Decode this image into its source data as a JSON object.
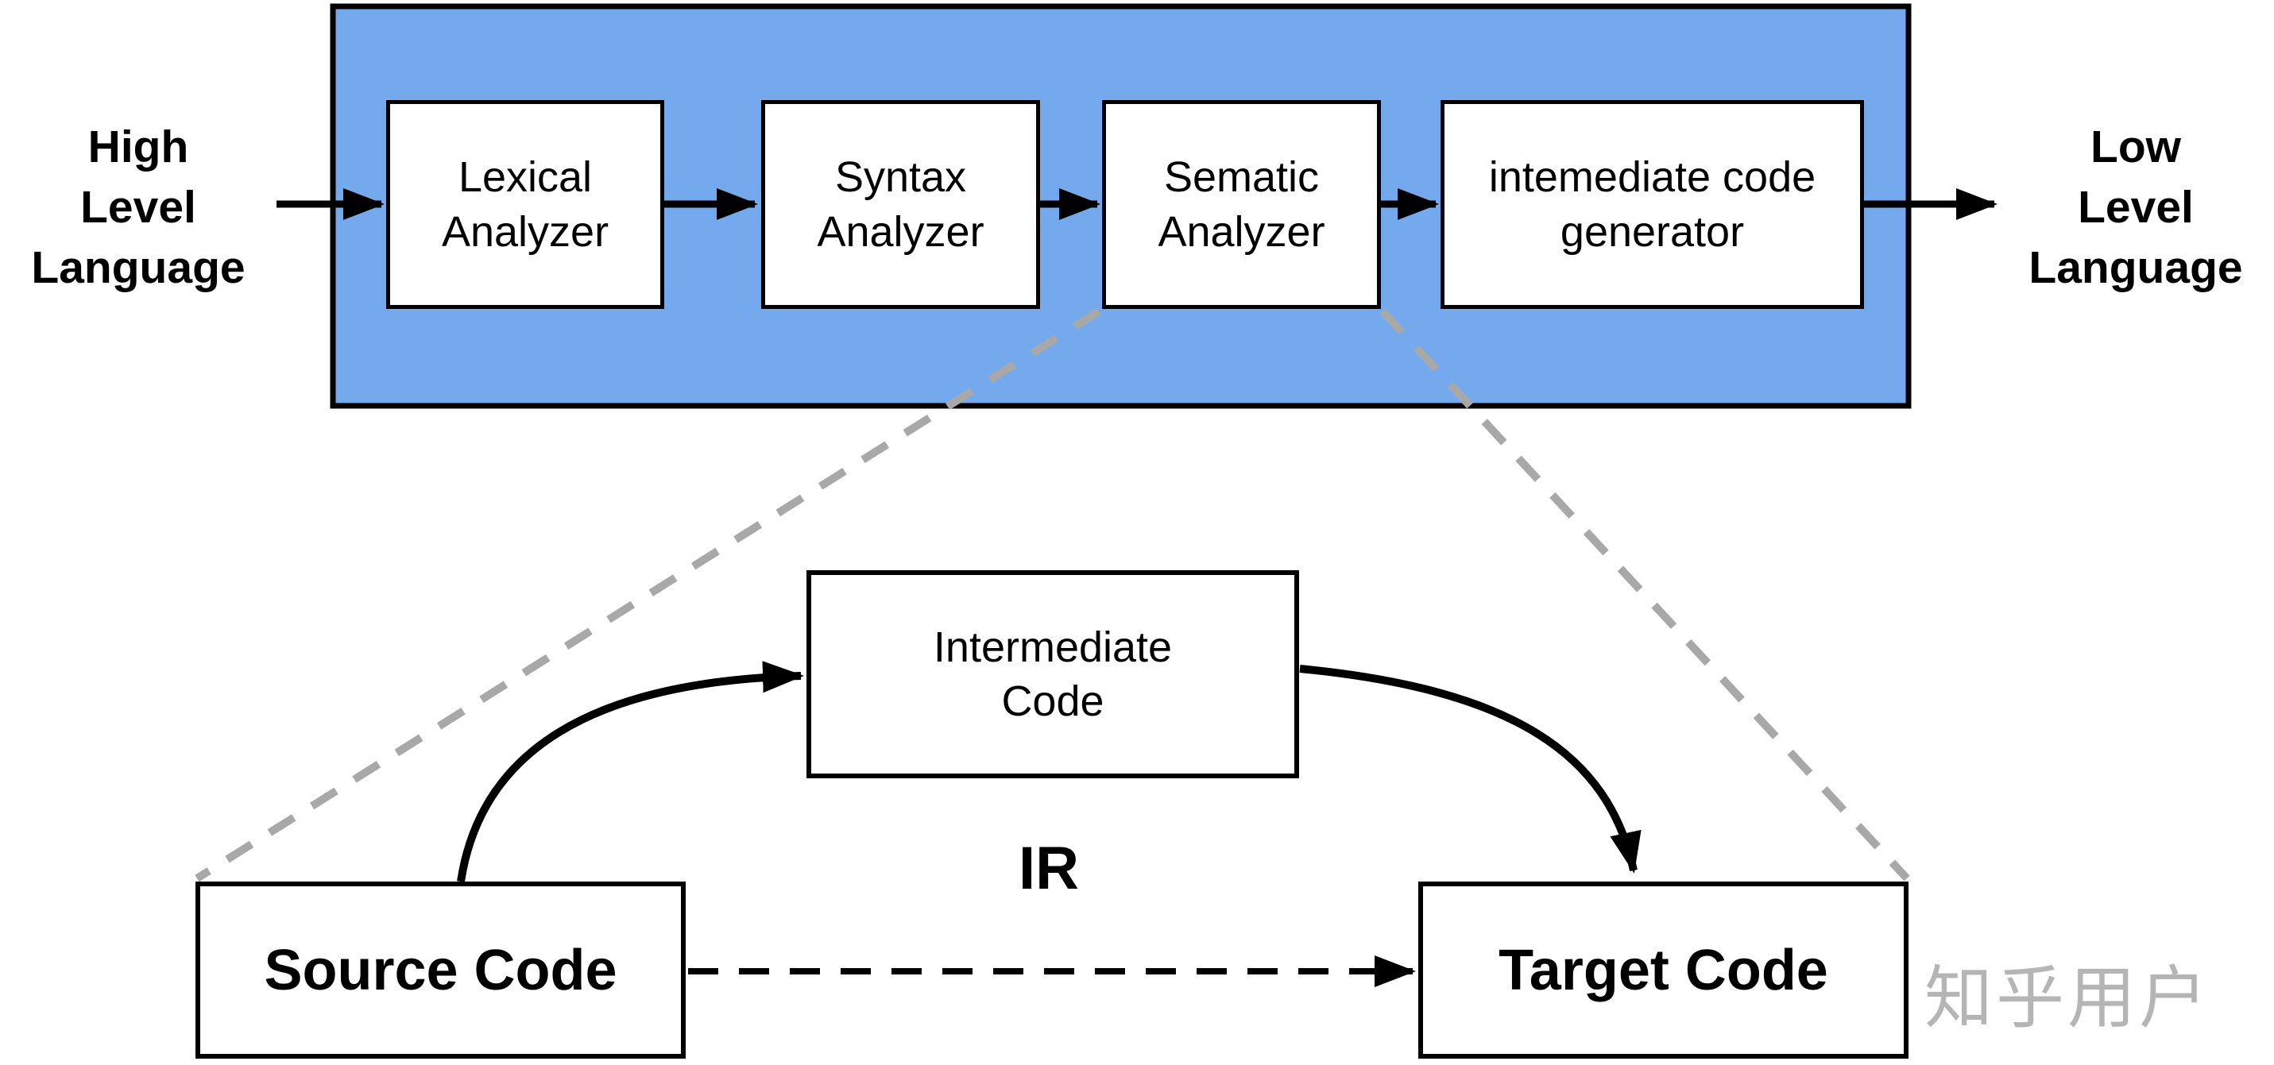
{
  "colors": {
    "pipeline_fill": "#75A9EE",
    "line": "#000000",
    "dashed_guide": "#A8A8A8",
    "watermark_gray": "#B5B5B5"
  },
  "pipeline": {
    "input_label": "High\nLevel\nLanguage",
    "output_label": "Low\nLevel\nLanguage",
    "stages": [
      {
        "label": "Lexical\nAnalyzer"
      },
      {
        "label": "Syntax\nAnalyzer"
      },
      {
        "label": "Sematic\nAnalyzer"
      },
      {
        "label": "intemediate code\ngenerator"
      }
    ]
  },
  "detail_view": {
    "source_label": "Source Code",
    "intermediate_label": "Intermediate\nCode",
    "ir_label": "IR",
    "target_label": "Target Code"
  },
  "watermark_text": "知乎用户"
}
